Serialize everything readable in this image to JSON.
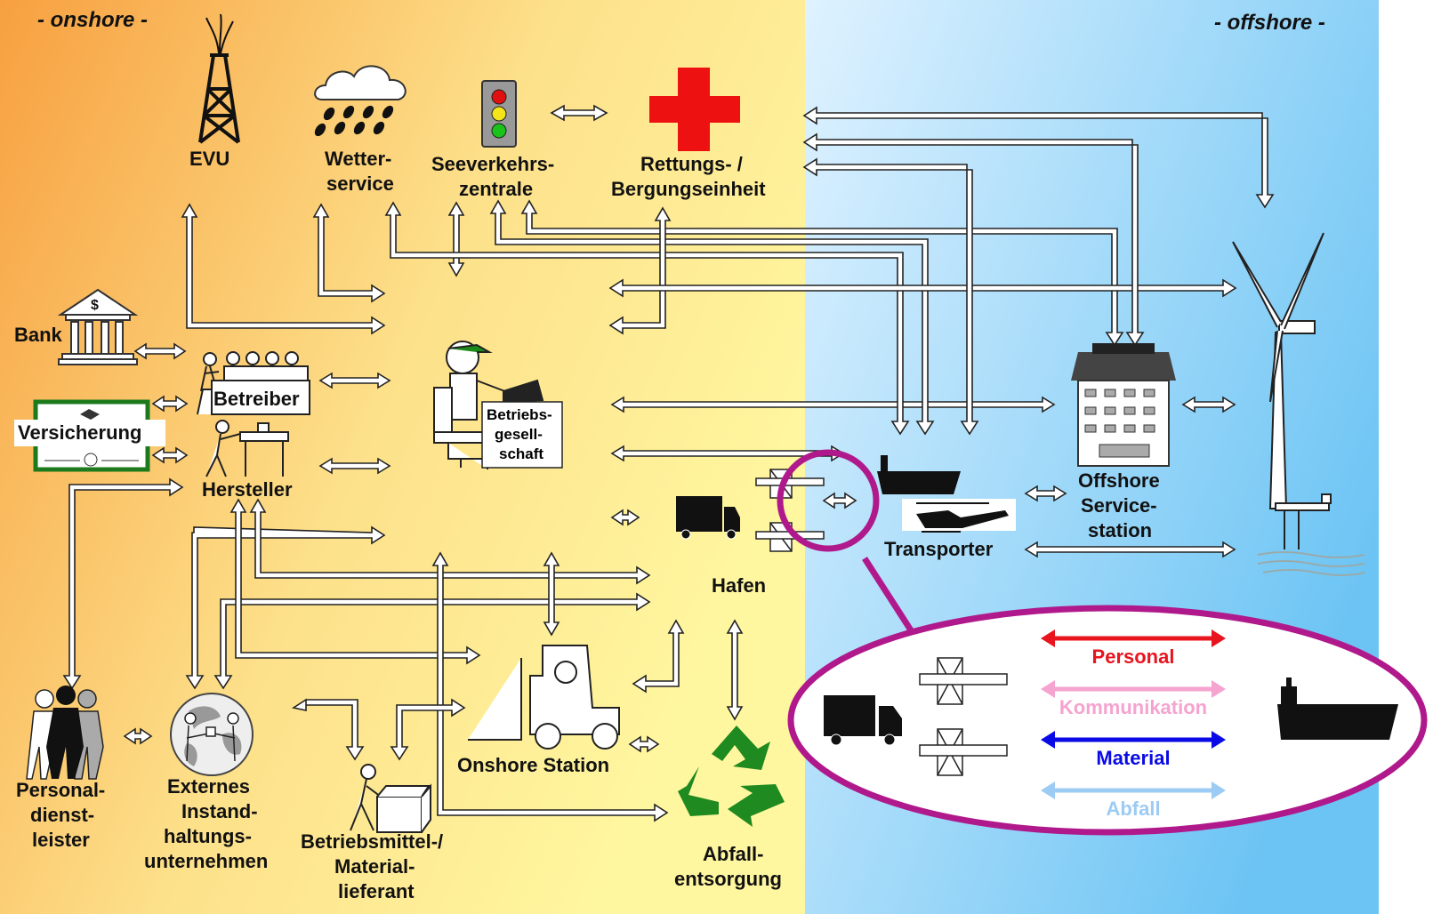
{
  "zones": {
    "onshore": "- onshore -",
    "offshore": "- offshore -"
  },
  "nodes": {
    "evu": "EVU",
    "wetter": [
      "Wetter-",
      "service"
    ],
    "seeverkehr": [
      "Seeverkehrs-",
      "zentrale"
    ],
    "rettung": [
      "Rettungs- /",
      "Bergungseinheit"
    ],
    "bank": "Bank",
    "betreiber": "Betreiber",
    "versicherung": "Versicherung",
    "hersteller": "Hersteller",
    "betriebsgesellschaft": [
      "Betriebs-",
      "gesell-",
      "schaft"
    ],
    "hafen": "Hafen",
    "transporter": "Transporter",
    "offshore_station": [
      "Offshore",
      "Service-",
      "station"
    ],
    "onshore_station": "Onshore Station",
    "personal": [
      "Personal-",
      "dienst-",
      "leister"
    ],
    "extern": [
      "Externes",
      "Instand-",
      "haltungs-",
      "unternehmen"
    ],
    "betriebsmittel": [
      "Betriebsmittel-/",
      "Material-",
      "lieferant"
    ],
    "abfall": [
      "Abfall-",
      "entsorgung"
    ]
  },
  "bank_symbol": "$",
  "legend": {
    "items": [
      {
        "label": "Personal",
        "color": "#e8141e"
      },
      {
        "label": "Kommunikation",
        "color": "#f5a3cf"
      },
      {
        "label": "Material",
        "color": "#0a0ae6"
      },
      {
        "label": "Abfall",
        "color": "#9ccbf3"
      }
    ],
    "ellipse_color": "#b0198c"
  },
  "colors": {
    "onshore_left": "#f7a040",
    "onshore_right": "#fff7a0",
    "offshore_left": "#d8f0ff",
    "offshore_right": "#6cc4f4",
    "red_cross": "#ee1111",
    "recycle": "#1f8a1f"
  }
}
